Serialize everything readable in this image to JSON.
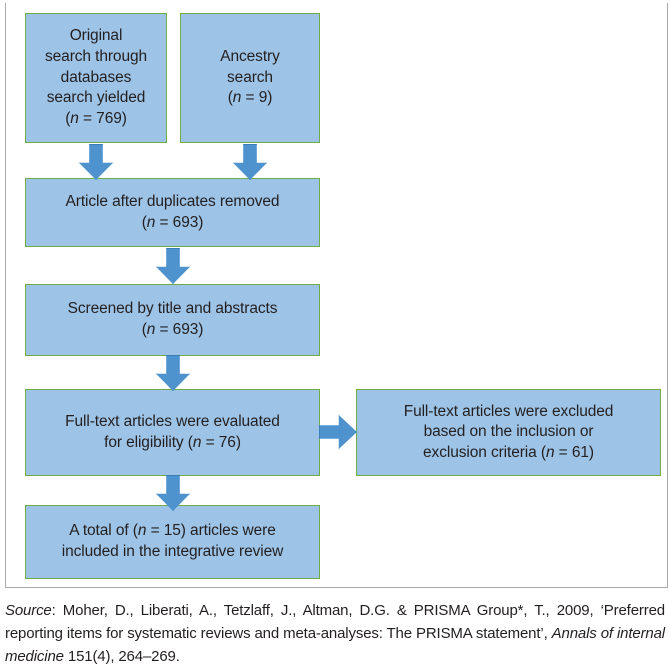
{
  "figure": {
    "type": "prisma-flow-diagram",
    "boxes": [
      {
        "id": "original-search",
        "lines": [
          "Original",
          "search through",
          "databases",
          "search yielded",
          "(n = 769)"
        ],
        "n": 769
      },
      {
        "id": "ancestry-search",
        "lines": [
          "Ancestry",
          "search",
          "(n = 9)"
        ],
        "n": 9
      },
      {
        "id": "after-duplicates-removed",
        "lines": [
          "Article after duplicates removed",
          "(n = 693)"
        ],
        "n": 693
      },
      {
        "id": "screened-title-abstracts",
        "lines": [
          "Screened by title and abstracts",
          "(n = 693)"
        ],
        "n": 693
      },
      {
        "id": "full-text-evaluated",
        "lines": [
          "Full-text articles were evaluated",
          "for eligibility (n = 76)"
        ],
        "n": 76
      },
      {
        "id": "full-text-excluded",
        "lines": [
          "Full-text articles were excluded",
          "based on the inclusion or",
          "exclusion criteria (n = 61)"
        ],
        "n": 61
      },
      {
        "id": "total-included",
        "lines": [
          "A total of (n = 15) articles were",
          "included in the integrative review"
        ],
        "n": 15
      }
    ],
    "colors": {
      "box_fill": "#9dc3e6",
      "box_border": "#70ad47",
      "arrow_fill": "#4e93cd",
      "arrow_border": "#3c7fb6",
      "frame_border": "#a7a9ac",
      "text": "#231f20"
    }
  },
  "source": {
    "label": "Source",
    "authors": "Moher, D., Liberati, A., Tetzlaff, J., Altman, D.G. & PRISMA Group*, T., 2009,",
    "title": "‘Preferred reporting items for systematic reviews and meta-analyses: The PRISMA statement’,",
    "journal": "Annals of internal medicine",
    "locator": "151(4), 264–269."
  }
}
